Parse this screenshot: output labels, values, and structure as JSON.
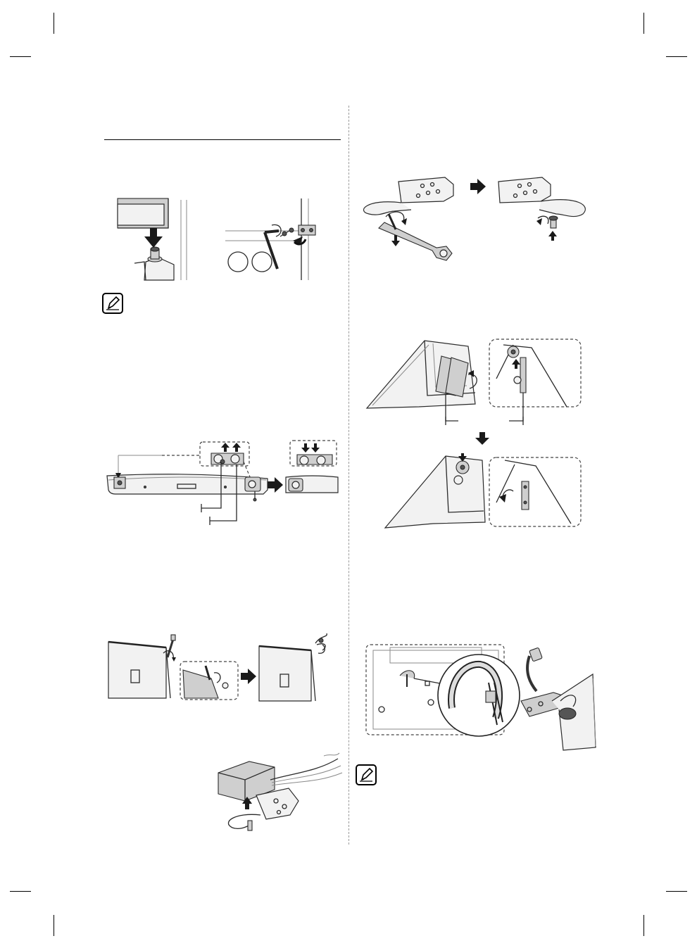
{
  "page": {
    "theme": {
      "ink": "#1a1a1a",
      "paper": "#ffffff",
      "divider": "#9a9a9a",
      "shade": "#cfcfcf"
    },
    "icons": {
      "note": "note-pencil-icon",
      "arrow": "arrow-right-icon"
    },
    "figures": [
      "door-lower-hinge-pin",
      "hex-wrench-hinge",
      "door-top-hinge-swap",
      "door-cable-removal",
      "hinge-wire-bundle",
      "hinge-bracket-wrench",
      "door-bottom-cap-swap",
      "wire-connector-routing"
    ]
  }
}
